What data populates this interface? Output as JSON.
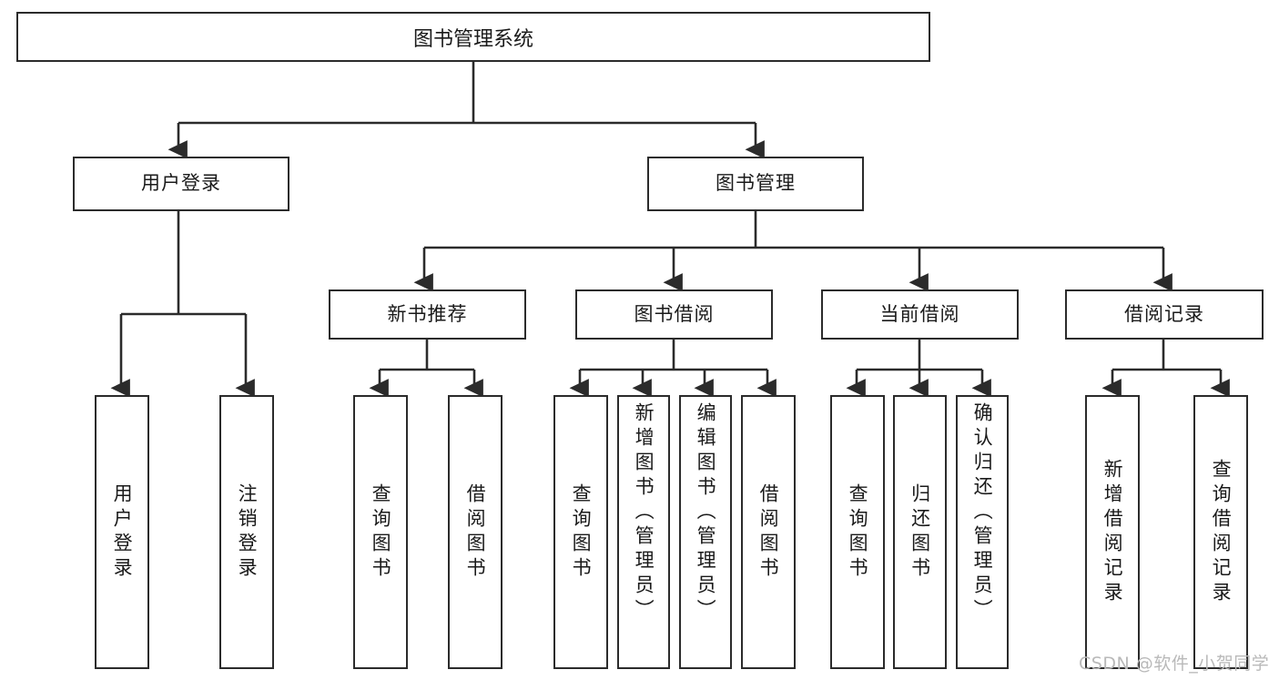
{
  "diagram": {
    "title": "图书管理系统",
    "root": {
      "label": "图书管理系统"
    },
    "level2": [
      {
        "label": "用户登录"
      },
      {
        "label": "图书管理"
      }
    ],
    "level3": [
      {
        "label": "新书推荐"
      },
      {
        "label": "图书借阅"
      },
      {
        "label": "当前借阅"
      },
      {
        "label": "借阅记录"
      }
    ],
    "leaves": [
      {
        "label": "用户登录",
        "parent": "用户登录"
      },
      {
        "label": "注销登录",
        "parent": "用户登录"
      },
      {
        "label": "查询图书",
        "parent": "新书推荐"
      },
      {
        "label": "借阅图书",
        "parent": "新书推荐"
      },
      {
        "label": "查询图书",
        "parent": "图书借阅"
      },
      {
        "label": "新增图书（管理员）",
        "parent": "图书借阅"
      },
      {
        "label": "编辑图书（管理员）",
        "parent": "图书借阅"
      },
      {
        "label": "借阅图书",
        "parent": "图书借阅"
      },
      {
        "label": "查询图书",
        "parent": "当前借阅"
      },
      {
        "label": "归还图书",
        "parent": "当前借阅"
      },
      {
        "label": "确认归还（管理员）",
        "parent": "当前借阅"
      },
      {
        "label": "新增借阅记录",
        "parent": "借阅记录"
      },
      {
        "label": "查询借阅记录",
        "parent": "借阅记录"
      }
    ]
  },
  "watermark": {
    "text": "CSDN @软件_小贺同学"
  },
  "colors": {
    "stroke": "#2b2b2b",
    "text": "#1a1a1a",
    "background": "#ffffff",
    "watermark": "#b9b9b9"
  }
}
